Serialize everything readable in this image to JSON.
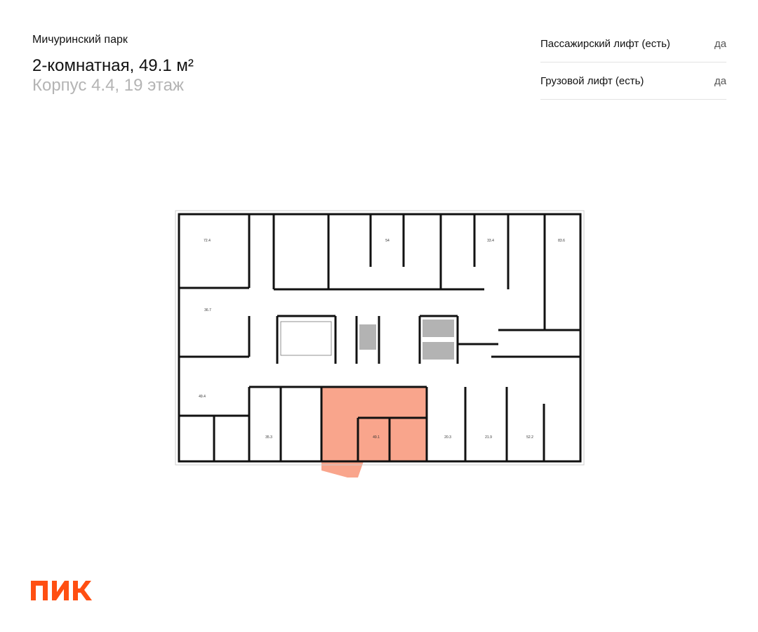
{
  "header": {
    "project": "Мичуринский парк",
    "title": "2-комнатная, 49.1 м²",
    "subtitle": "Корпус 4.4, 19 этаж"
  },
  "properties": [
    {
      "label": "Пассажирский лифт (есть)",
      "value": "да"
    },
    {
      "label": "Грузовой лифт (есть)",
      "value": "да"
    }
  ],
  "plan": {
    "highlight_color": "#f9a58c",
    "apartments": [
      {
        "area": "72.4"
      },
      {
        "area": "54"
      },
      {
        "area": "33.4"
      },
      {
        "area": "83.6"
      },
      {
        "area": "36.7"
      },
      {
        "area": "49.4"
      },
      {
        "area": "35.3"
      },
      {
        "area": "49.1",
        "selected": true
      },
      {
        "area": "20.3"
      },
      {
        "area": "21.9"
      },
      {
        "area": "52.2"
      }
    ]
  },
  "logo": {
    "text": "ПИК",
    "color": "#ff4f12"
  }
}
